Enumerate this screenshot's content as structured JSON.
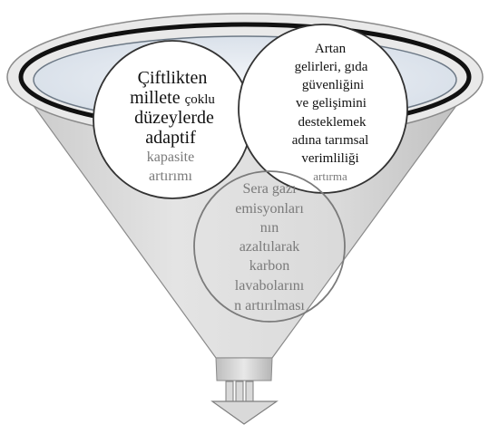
{
  "circles": [
    {
      "id": "left",
      "lines": [
        {
          "text": "Çiftlikten"
        },
        {
          "text": "millete ",
          "small": "çoklu"
        },
        {
          "text": "düzeylerde"
        },
        {
          "text": "adaptif"
        },
        {
          "text": "kapasite"
        },
        {
          "text": "artırımı"
        }
      ]
    },
    {
      "id": "right",
      "lines": [
        {
          "text": "Artan"
        },
        {
          "text": "gelirleri, gıda"
        },
        {
          "text": "güvenliğini"
        },
        {
          "text": "ve gelişimini"
        },
        {
          "text": "desteklemek"
        },
        {
          "text": "adına tarımsal"
        },
        {
          "text": "verimliliği"
        },
        {
          "text": "artırma"
        }
      ]
    },
    {
      "id": "bottom",
      "lines": [
        {
          "text": "Sera gazı"
        },
        {
          "text": "emisyonları"
        },
        {
          "text": "nın"
        },
        {
          "text": "azaltılarak"
        },
        {
          "text": "karbon"
        },
        {
          "text": "lavabolarını"
        },
        {
          "text": "n artırılması"
        }
      ]
    }
  ],
  "colors": {
    "funnel_fill": "#dcdcdc",
    "funnel_stroke": "#8a8a8a",
    "rim_dark": "#111111",
    "rim_inner": "#e6ecf3",
    "arrow_fill": "#d8d8d8"
  },
  "icons": [
    "down-arrow-icon"
  ]
}
